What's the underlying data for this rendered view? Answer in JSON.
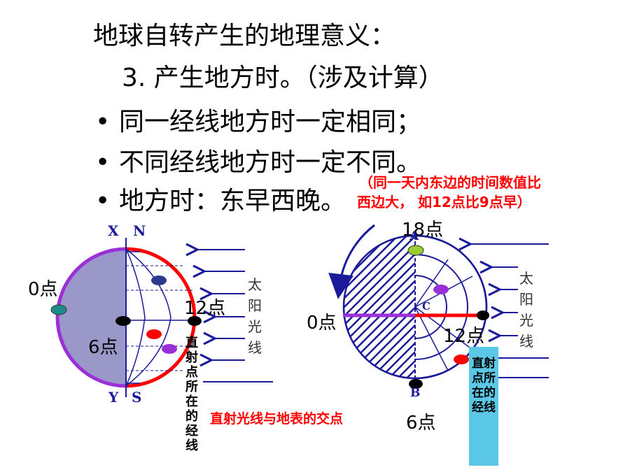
{
  "slide": {
    "title": "地球自转产生的地理意义：",
    "subtitle": "3.  产生地方时。（涉及计算）",
    "bullet_mark": "•",
    "bullets": [
      "同一经线地方时一定相同；",
      "不同经线地方时一定不同。",
      "地方时：东早西晚。"
    ],
    "note_line1": "（同一天内东边的时间数值比",
    "note_line2": "西边大， 如12点比9点早）"
  },
  "left_diagram": {
    "pole_x": "X",
    "pole_n": "N",
    "pole_y": "Y",
    "pole_s": "S",
    "label_0": "0点",
    "label_6": "6点",
    "label_12": "12点",
    "sun_text": "太阳光线",
    "direct_meridian": "直射点所在的经线",
    "intersection_note": "直射光线与地表的交点"
  },
  "right_diagram": {
    "label_18": "18点",
    "label_0": "0点",
    "label_12": "12点",
    "label_6": "6点",
    "point_a": "A",
    "point_b": "B",
    "point_c": "C",
    "sun_text": "太阳光线",
    "direct_meridian": "直射点所在的经线"
  },
  "colors": {
    "purple": "#9b30d9",
    "red": "#ff0000",
    "blue": "#1a1a9a",
    "night_fill": "#9a98c8",
    "cyan_box": "#5bc8e8"
  }
}
